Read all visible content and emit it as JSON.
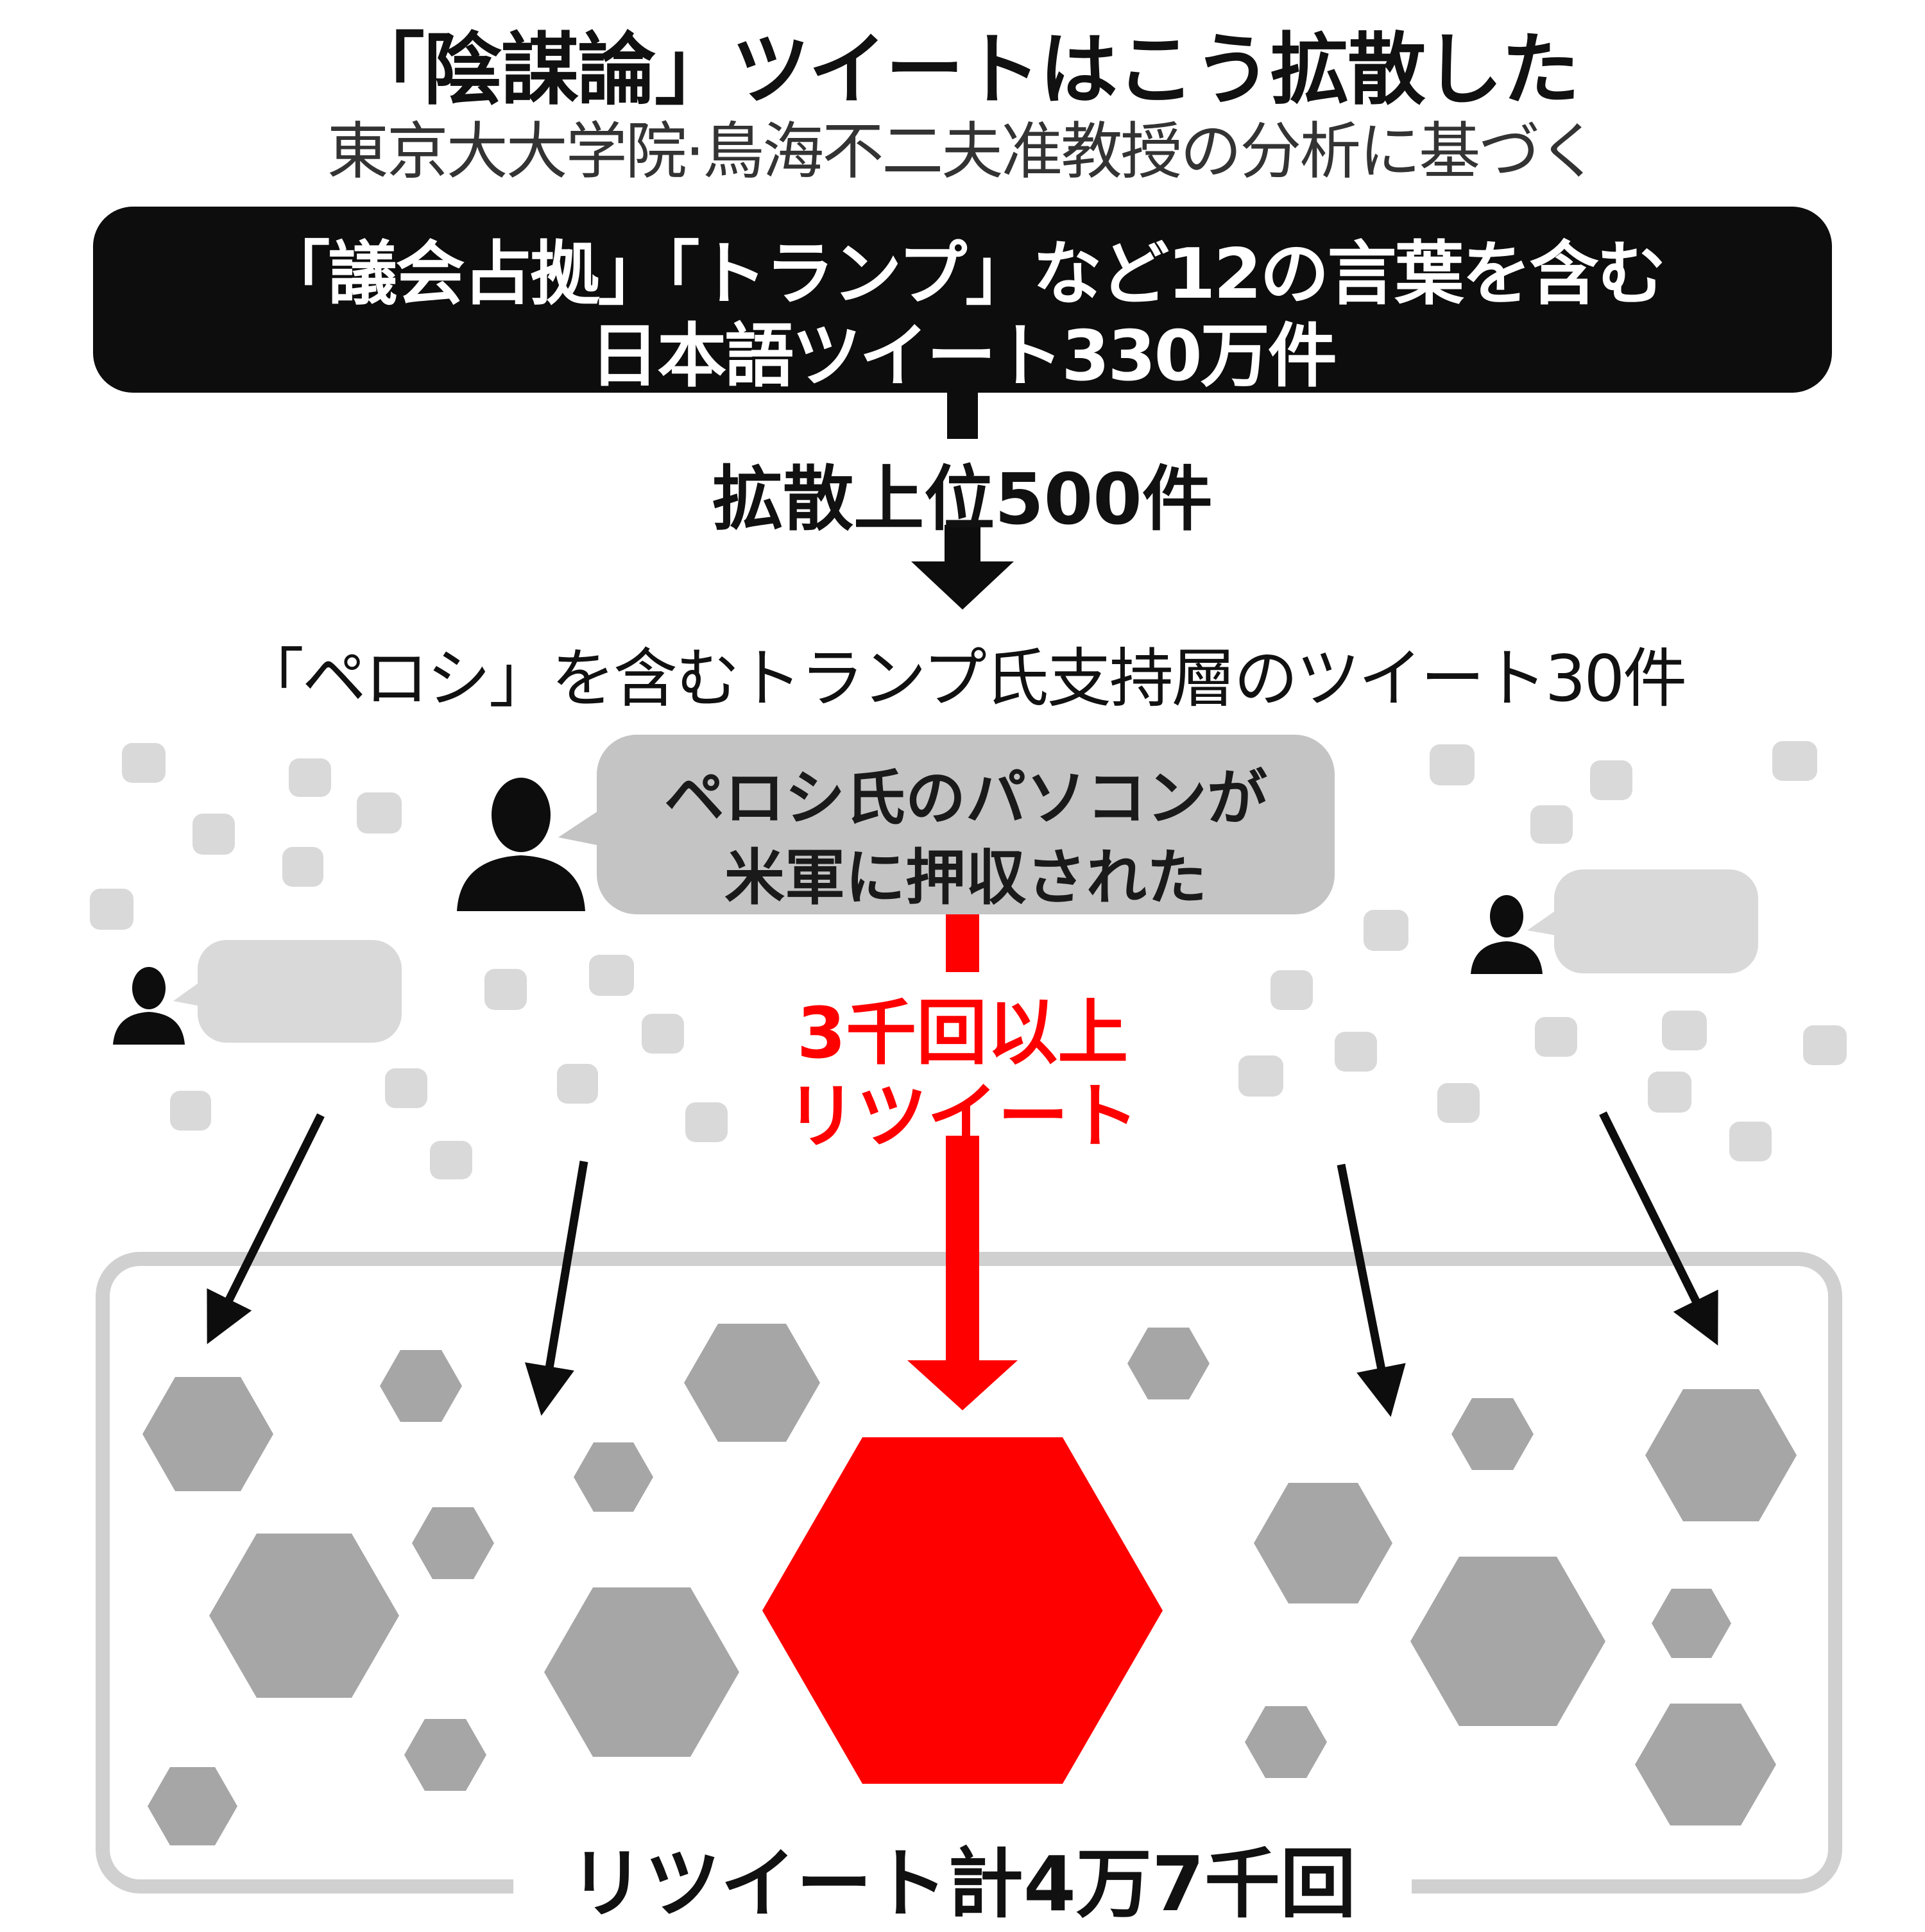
{
  "title": "「陰謀論」ツイートはこう拡散した",
  "subtitle": "東京大大学院·鳥海不二夫准教授の分析に基づく",
  "source_box": {
    "line1": "「議会占拠」「トランプ」など12の言葉を含む",
    "line2": "日本語ツイート330万件"
  },
  "step_top500": "拡散上位500件",
  "step_pelosi": "「ペロシ」を含むトランプ氏支持層のツイート30件",
  "featured_tweet": {
    "line1": "ペロシ氏のパソコンが",
    "line2": "米軍に押収された"
  },
  "retweet_annotation": {
    "line1": "3千回以上",
    "line2": "リツイート"
  },
  "total_label": "リツイート計4万7千回",
  "colors": {
    "ink": "#0d0d0d",
    "highlight": "#ff0000",
    "retweet_hex": "#a6a6a6",
    "tweet_dot": "#d9d9d9",
    "frame": "#d0d0d0"
  },
  "icons": [
    "person-icon",
    "speech-bubble-icon",
    "hexagon-icon",
    "arrow-down-icon"
  ]
}
